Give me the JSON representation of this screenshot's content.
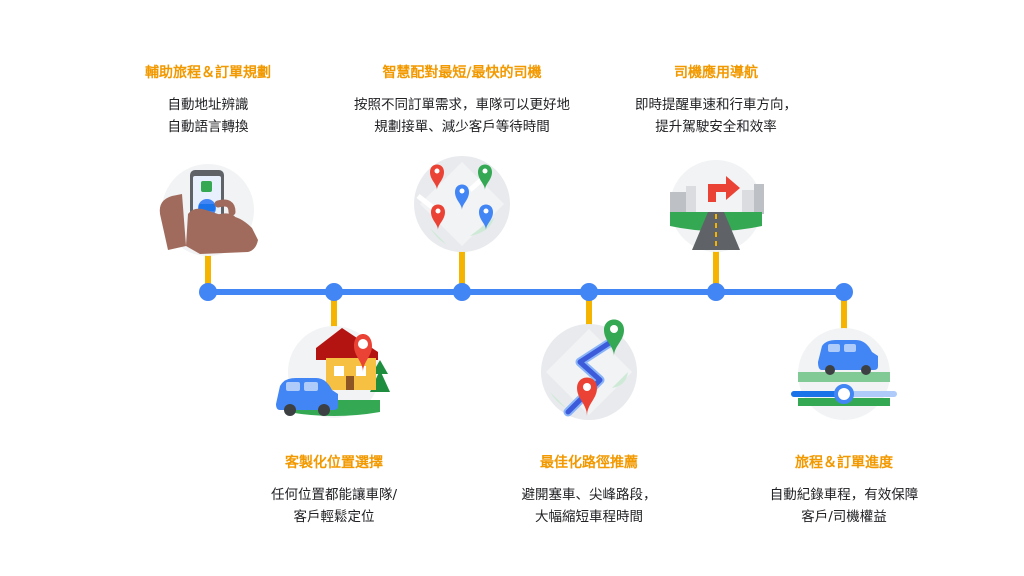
{
  "colors": {
    "title": "#f29900",
    "timeline": "#4285f4",
    "connector": "#f4b400",
    "text": "#202124"
  },
  "steps": [
    {
      "title": "輔助旅程＆訂單規劃",
      "desc": [
        "自動地址辨識",
        "自動語言轉換"
      ],
      "icon": "phone-hand-icon"
    },
    {
      "title": "客製化位置選擇",
      "desc": [
        "任何位置都能讓車隊/",
        "客戶輕鬆定位"
      ],
      "icon": "house-car-pin-icon"
    },
    {
      "title": "智慧配對最短/最快的司機",
      "desc": [
        "按照不同訂單需求，車隊可以更好地",
        "規劃接單、減少客戶等待時間"
      ],
      "icon": "map-pins-icon"
    },
    {
      "title": "最佳化路徑推薦",
      "desc": [
        "避開塞車、尖峰路段，",
        "大幅縮短車程時間"
      ],
      "icon": "route-icon"
    },
    {
      "title": "司機應用導航",
      "desc": [
        "即時提醒車速和行車方向，",
        "提升駕駛安全和效率"
      ],
      "icon": "road-turn-icon"
    },
    {
      "title": "旅程＆訂單進度",
      "desc": [
        "自動紀錄車程，有效保障",
        "客戶/司機權益"
      ],
      "icon": "car-progress-icon"
    }
  ]
}
